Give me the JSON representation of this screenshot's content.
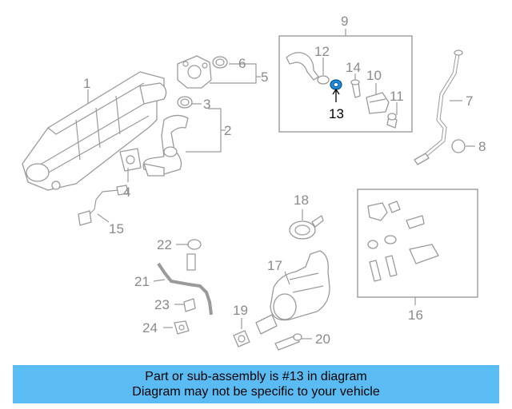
{
  "diagram": {
    "callouts": {
      "c1": "1",
      "c2": "2",
      "c3": "3",
      "c4": "4",
      "c5": "5",
      "c6": "6",
      "c7": "7",
      "c8": "8",
      "c9": "9",
      "c10": "10",
      "c11": "11",
      "c12": "12",
      "c13": "13",
      "c14": "14",
      "c15": "15",
      "c16": "16",
      "c17": "17",
      "c18": "18",
      "c19": "19",
      "c20": "20",
      "c21": "21",
      "c22": "22",
      "c23": "23",
      "c24": "24"
    },
    "highlight_color": "#1a8ee0"
  },
  "banner": {
    "line1": "Part or sub-assembly is #13 in diagram",
    "line2": "Diagram may not be specific to your vehicle",
    "background": "#5bbcf4"
  }
}
